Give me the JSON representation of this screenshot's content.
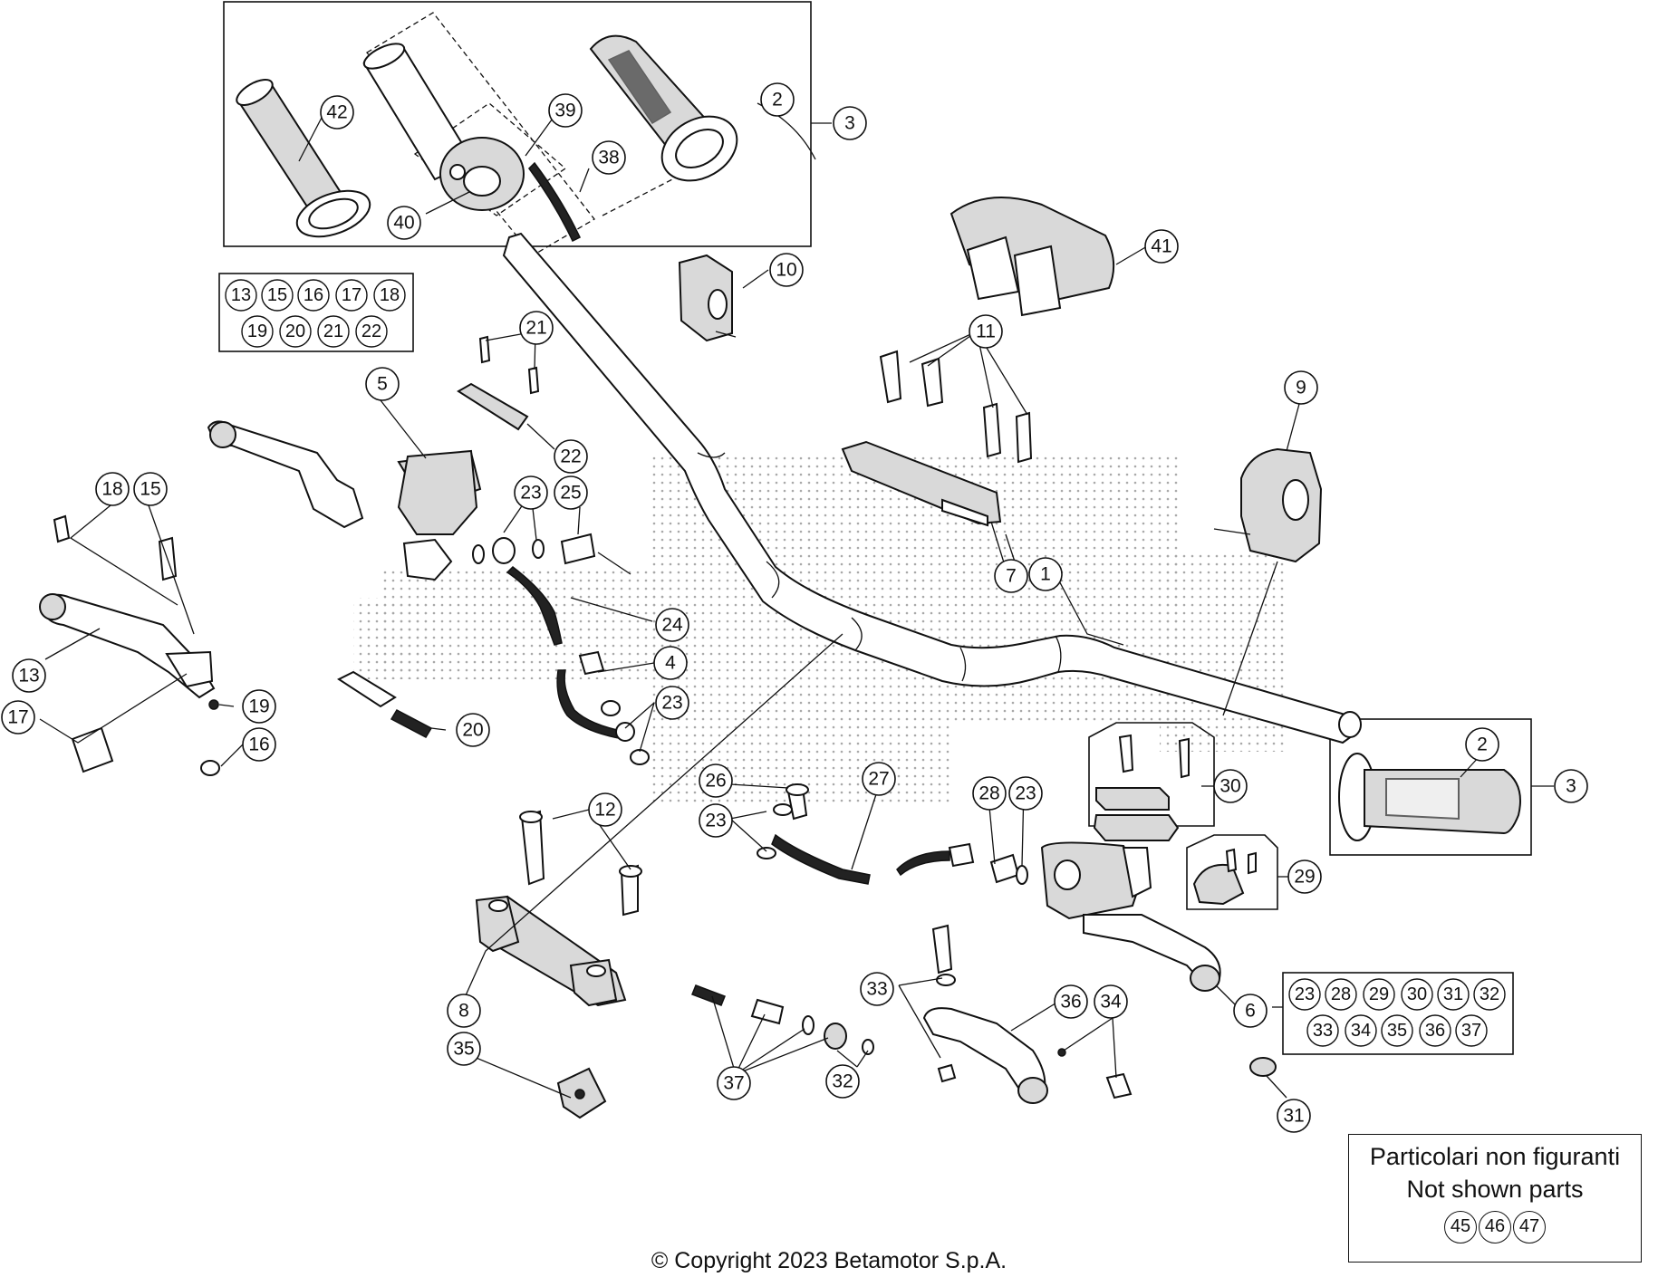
{
  "callouts": {
    "c1": "1",
    "c2a": "2",
    "c2b": "2",
    "c3a": "3",
    "c3b": "3",
    "c4": "4",
    "c5": "5",
    "c6": "6",
    "c7": "7",
    "c8": "8",
    "c9": "9",
    "c10": "10",
    "c11": "11",
    "c12": "12",
    "c13": "13",
    "c15": "15",
    "c16": "16",
    "c17": "17",
    "c18": "18",
    "c19": "19",
    "c20": "20",
    "c21": "21",
    "c22": "22",
    "c23a": "23",
    "c23b": "23",
    "c23c": "23",
    "c23d": "23",
    "c24": "24",
    "c25": "25",
    "c26": "26",
    "c27": "27",
    "c28": "28",
    "c29": "29",
    "c30": "30",
    "c31": "31",
    "c32": "32",
    "c33": "33",
    "c34": "34",
    "c35": "35",
    "c36": "36",
    "c37": "37",
    "c38": "38",
    "c39": "39",
    "c40": "40",
    "c41": "41",
    "c42": "42"
  },
  "kit5": [
    "13",
    "15",
    "16",
    "17",
    "18",
    "19",
    "20",
    "21",
    "22"
  ],
  "kit6": [
    "23",
    "28",
    "29",
    "30",
    "31",
    "32",
    "33",
    "34",
    "35",
    "36",
    "37"
  ],
  "not_shown": {
    "title_it": "Particolari non figuranti",
    "title_en": "Not shown parts",
    "codes": [
      "45",
      "46",
      "47"
    ]
  },
  "copyright": "© Copyright 2023 Betamotor S.p.A."
}
